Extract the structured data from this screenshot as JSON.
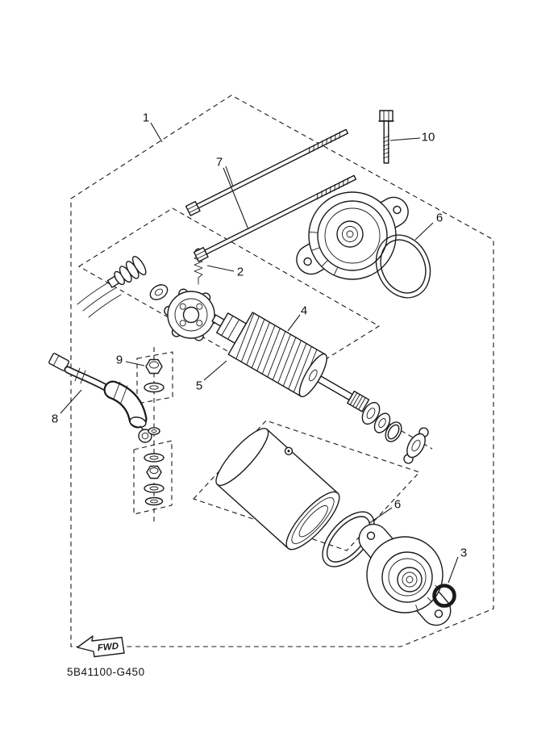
{
  "page": {
    "background": "#ffffff",
    "line_color": "#1a1a1a"
  },
  "callouts": {
    "c1": "1",
    "c2": "2",
    "c3": "3",
    "c4": "4",
    "c5": "5",
    "c6a": "6",
    "c6b": "6",
    "c7": "7",
    "c8": "8",
    "c9": "9",
    "c10": "10"
  },
  "fwd_marker": {
    "label": "FWD"
  },
  "footer": {
    "diagram_code": "5B41100-G450"
  }
}
